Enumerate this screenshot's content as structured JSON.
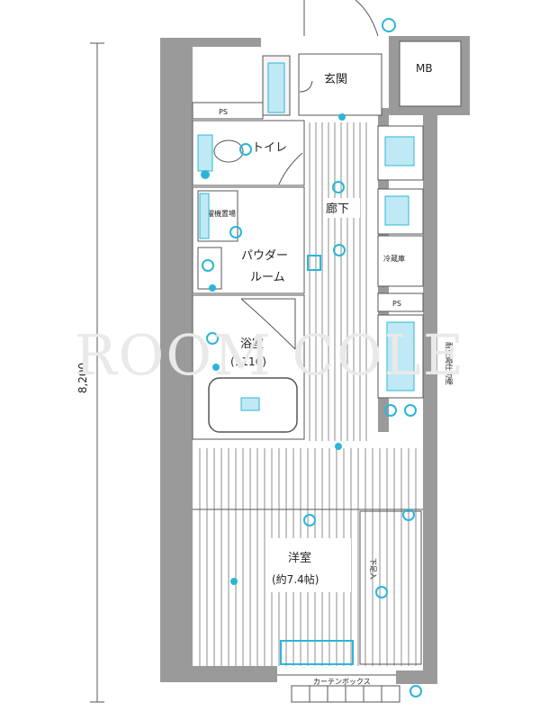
{
  "dimension": {
    "total": "8,200"
  },
  "rooms": {
    "entrance": "玄関",
    "toilet": "トイレ",
    "corridor": "廊下",
    "powder_room_line1": "パウダー",
    "powder_room_line2": "ルーム",
    "bathroom": "浴室",
    "bathroom_size": "(1116)",
    "western_room": "洋室",
    "western_room_size": "(約7.4帖)",
    "mb": "MB",
    "ps_left": "PS",
    "ps_right": "PS"
  },
  "fixtures": {
    "washer_area": "洗濯機置場",
    "fridge_space": "冷蔵庫",
    "shoe_box": "下足入",
    "curtain_box": "カーテンボックス",
    "wall_note": "耐火間仕切壁"
  },
  "watermark": "ROOM COLE",
  "colors": {
    "wall": "#9a9a9a",
    "accent": "#2bb6d8",
    "line": "#555555",
    "floor": "#8c8c8c"
  }
}
